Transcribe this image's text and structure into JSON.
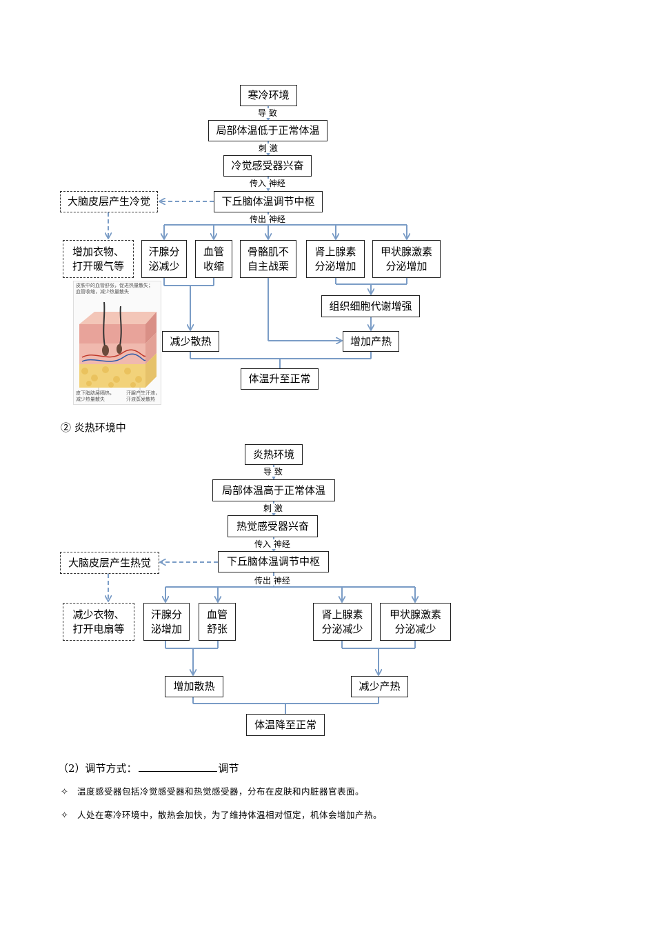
{
  "cold": {
    "nodes": {
      "env": "寒冷环境",
      "lowtemp": "局部体温低于正常体温",
      "receptor": "冷觉感受器兴奋",
      "center": "下丘脑体温调节中枢",
      "cortex": "大脑皮层产生冷觉",
      "behavior": "增加衣物、\n打开暖气等",
      "sweat": "汗腺分\n泌减少",
      "vessel": "血管\n收缩",
      "muscle": "骨骼肌不\n自主战栗",
      "adrenal": "肾上腺素\n分泌增加",
      "thyroid": "甲状腺激素\n分泌增加",
      "metab": "组织细胞代谢增强",
      "less_heat_loss": "减少散热",
      "more_heat": "增加产热",
      "result": "体温升至正常"
    },
    "labels": {
      "lead": "导 致",
      "stim": "刺 激",
      "afferent": "传入 神经",
      "efferent": "传出 神经"
    },
    "skin_caption_top": "皮肤中的血管舒张，促进热量散失；\n血管收缩，减少热量散失",
    "skin_caption_left": "皮下脂肪层隔热，\n减少热量散失",
    "skin_caption_right": "汗腺产生汗液，\n汗液蒸发散热"
  },
  "hot_heading": "② 炎热环境中",
  "hot": {
    "nodes": {
      "env": "炎热环境",
      "hightemp": "局部体温高于正常体温",
      "receptor": "热觉感受器兴奋",
      "center": "下丘脑体温调节中枢",
      "cortex": "大脑皮层产生热觉",
      "behavior": "减少衣物、\n打开电扇等",
      "sweat": "汗腺分\n泌增加",
      "vessel": "血管\n舒张",
      "adrenal": "肾上腺素\n分泌减少",
      "thyroid": "甲状腺激素\n分泌减少",
      "more_heat_loss": "增加散热",
      "less_heat": "减少产热",
      "result": "体温降至正常"
    },
    "labels": {
      "lead": "导 致",
      "stim": "刺 激",
      "afferent": "传入 神经",
      "efferent": "传出 神经"
    }
  },
  "question": {
    "prefix": "（2）调节方式：",
    "suffix": "调节"
  },
  "notes": [
    "温度感受器包括冷觉感受器和热觉感受器，分布在皮肤和内脏器官表面。",
    "人处在寒冷环境中，散热会加快，为了维持体温相对恒定，机体会增加产热。"
  ],
  "colors": {
    "arrow": "#7a9cc6",
    "box_border": "#222222"
  }
}
